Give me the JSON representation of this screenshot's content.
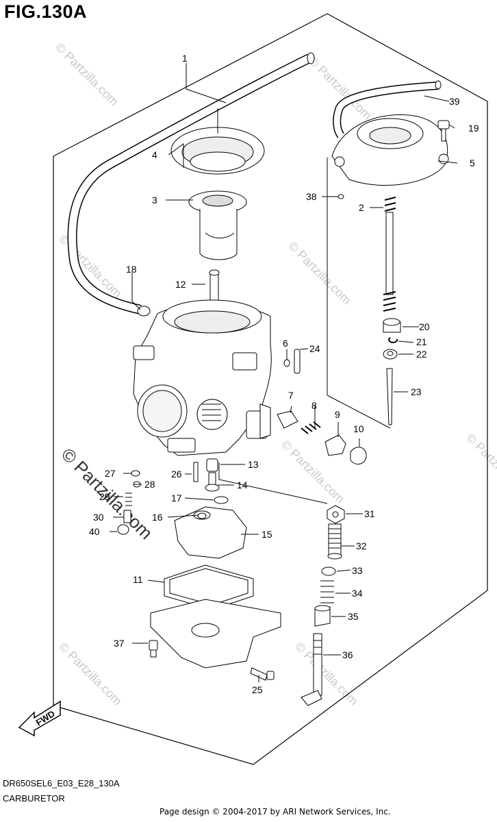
{
  "figure": {
    "title": "FIG.130A",
    "code": "DR650SEL6_E03_E28_130A",
    "caption": "CARBURETOR",
    "copyright": "Page design © 2004-2017 by ARI Network Services, Inc."
  },
  "watermark": {
    "text": "© Partzilla.com",
    "big_text": "© Partzilla.com"
  },
  "direction_label": "FWD",
  "callouts": {
    "c1": "1",
    "c2": "2",
    "c3": "3",
    "c4": "4",
    "c5": "5",
    "c6": "6",
    "c7": "7",
    "c8": "8",
    "c9": "9",
    "c10": "10",
    "c11": "11",
    "c12": "12",
    "c13": "13",
    "c14": "14",
    "c15": "15",
    "c16": "16",
    "c17": "17",
    "c18": "18",
    "c19": "19",
    "c20": "20",
    "c21": "21",
    "c22": "22",
    "c23": "23",
    "c24": "24",
    "c25": "25",
    "c26": "26",
    "c27": "27",
    "c28": "28",
    "c29": "29",
    "c30": "30",
    "c31": "31",
    "c32": "32",
    "c33": "33",
    "c34": "34",
    "c35": "35",
    "c36": "36",
    "c37": "37",
    "c38": "38",
    "c39": "39",
    "c40": "40"
  }
}
